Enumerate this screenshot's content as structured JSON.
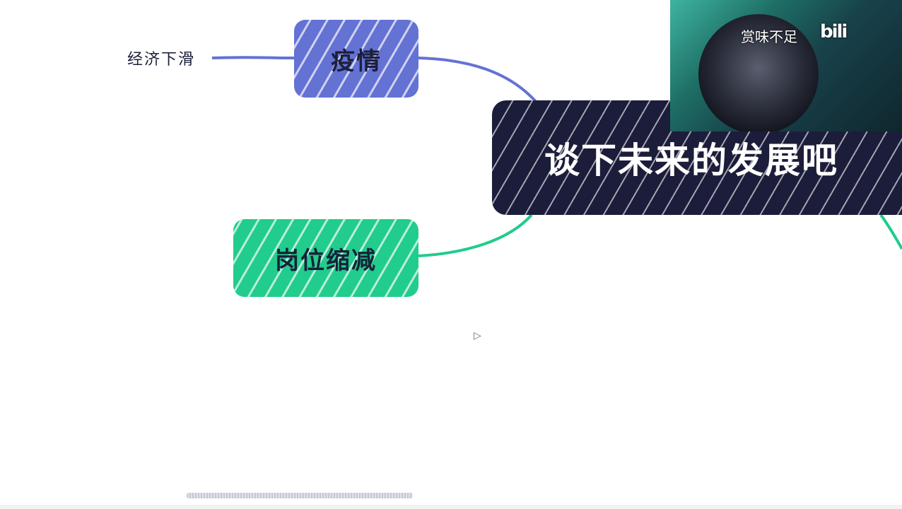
{
  "mindmap": {
    "central_topic": "谈下未来的发展吧",
    "nodes": [
      {
        "label": "疫情",
        "color": "#6472d4"
      },
      {
        "label": "岗位缩减",
        "color": "#22cc8c"
      }
    ],
    "leaf": {
      "label": "经济下滑"
    }
  },
  "webcam": {
    "overlay_text": "赏味不足",
    "logo_text": "bili"
  }
}
